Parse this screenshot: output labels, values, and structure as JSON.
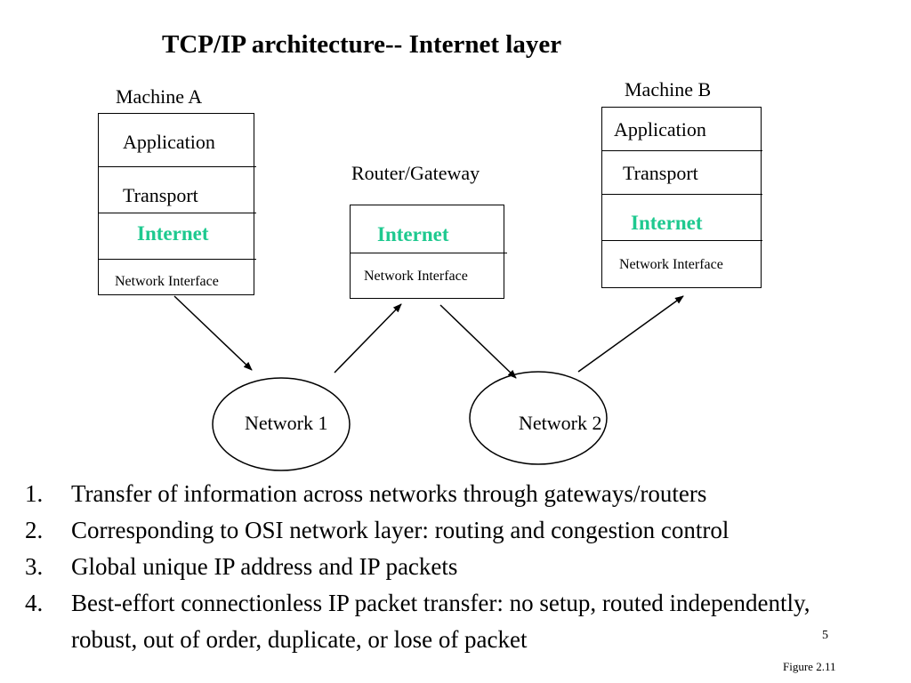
{
  "slide": {
    "title": "TCP/IP architecture-- Internet layer",
    "page_number": "5",
    "figure_label": "Figure 2.11"
  },
  "diagram": {
    "machine_a": {
      "label": "Machine A",
      "layers": {
        "application": "Application",
        "transport": "Transport",
        "internet": "Internet",
        "network_interface": "Network Interface"
      }
    },
    "router": {
      "label": "Router/Gateway",
      "layers": {
        "internet": "Internet",
        "network_interface": "Network Interface"
      }
    },
    "machine_b": {
      "label": "Machine B",
      "layers": {
        "application": "Application",
        "transport": "Transport",
        "internet": "Internet",
        "network_interface": "Network Interface"
      }
    },
    "networks": [
      "Network 1",
      "Network 2"
    ],
    "colors": {
      "internet_layer": "#1ec98f",
      "line": "#000000"
    }
  },
  "points": [
    {
      "number": "1.",
      "text": "Transfer of information across networks through gateways/routers"
    },
    {
      "number": "2.",
      "text": "Corresponding to OSI network layer: routing and congestion control"
    },
    {
      "number": "3.",
      "text": "Global unique IP address and IP packets"
    },
    {
      "number": "4.",
      "text": "Best-effort connectionless IP packet transfer: no setup, routed independently, robust, out of order, duplicate, or lose of  packet"
    }
  ]
}
